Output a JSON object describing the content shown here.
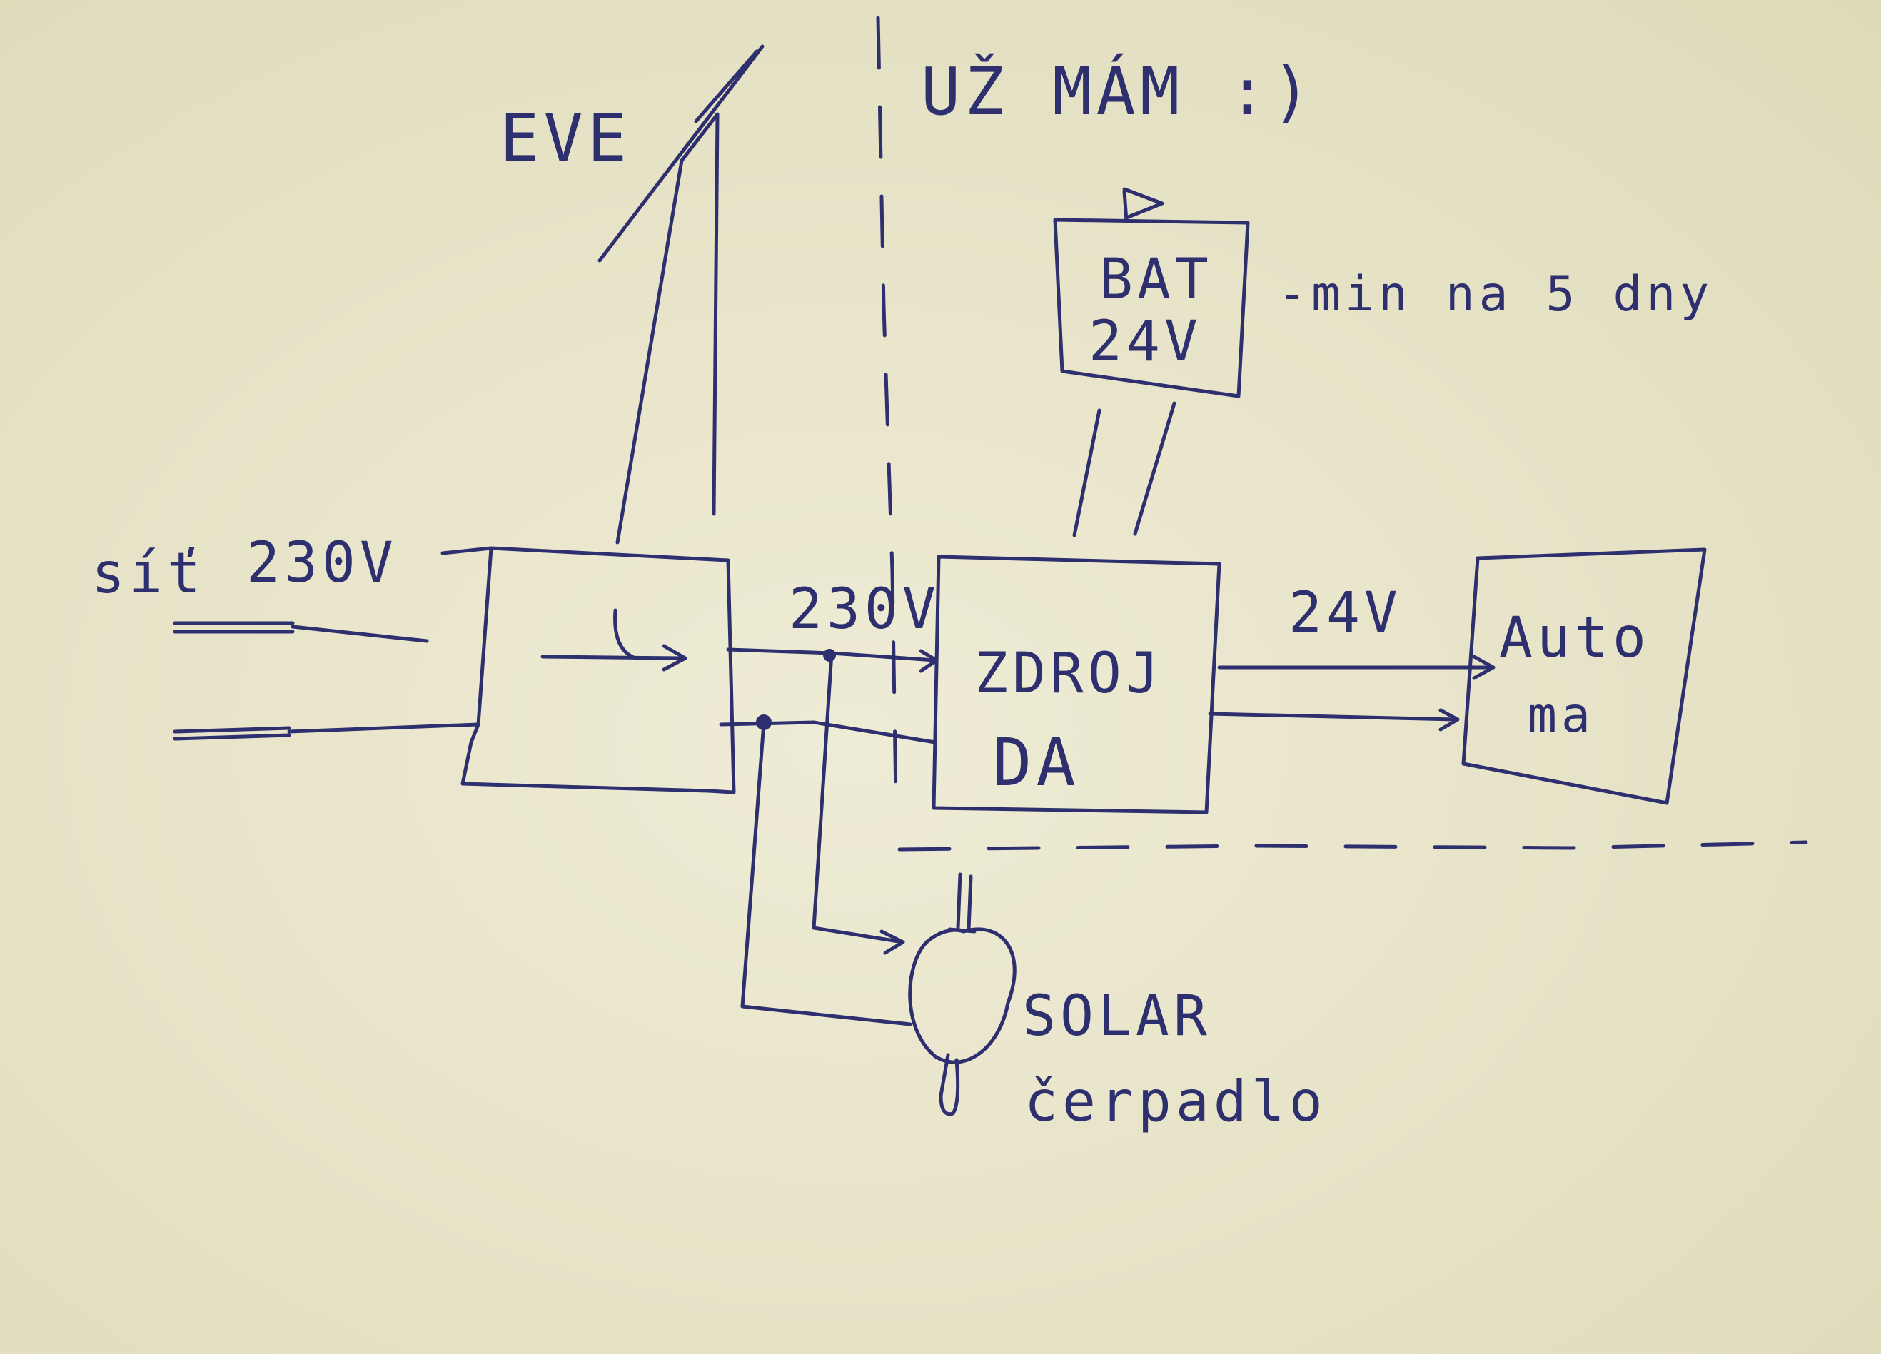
{
  "labels": {
    "mains": "síť",
    "mains_voltage": "230V",
    "eve": "EVE",
    "mid_voltage": "230V",
    "uz_mam": "UŽ MÁM :)",
    "battery": "BAT",
    "battery_voltage": "24V",
    "battery_note": "-min na 5 dny",
    "zdroj": "ZDROJ",
    "da": "DA",
    "out_voltage": "24V",
    "automat_1": "Auto",
    "automat_2": "ma",
    "solar_1": "SOLAR",
    "solar_2": "čerpadlo"
  },
  "colors": {
    "ink": "#2d2f6e",
    "paper": "#e9e6cf"
  }
}
